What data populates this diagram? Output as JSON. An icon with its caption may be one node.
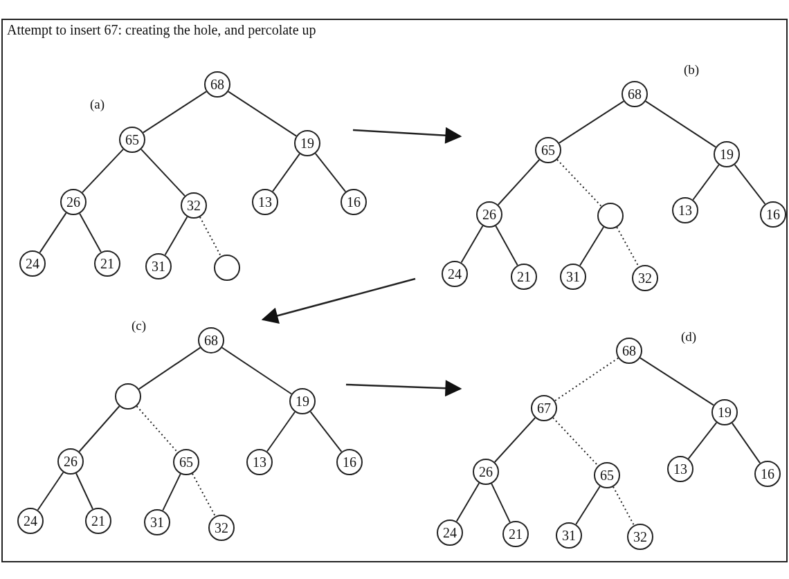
{
  "diagram": {
    "title": "Attempt to insert 67: creating the hole, and percolate up",
    "nodes": [
      {
        "text": [
          "68"
        ]
      },
      {
        "text": [
          "65"
        ]
      },
      {
        "text": [
          "19"
        ]
      },
      {
        "text": [
          "26"
        ]
      },
      {
        "text": [
          "32"
        ]
      },
      {
        "text": [
          "13"
        ]
      },
      {
        "text": [
          "16"
        ]
      },
      {
        "text": [
          "24"
        ]
      },
      {
        "text": [
          "21"
        ]
      },
      {
        "text": [
          "31"
        ]
      },
      {
        "text": [],
        "shape": "circle"
      },
      {
        "text": [
          "68"
        ]
      },
      {
        "text": [
          "65"
        ]
      },
      {
        "text": [
          "19"
        ]
      },
      {
        "text": [
          "26"
        ]
      },
      {
        "text": [],
        "shape": "circle"
      },
      {
        "text": [
          "13"
        ]
      },
      {
        "text": [
          "16"
        ]
      },
      {
        "text": [
          "24"
        ]
      },
      {
        "text": [
          "21"
        ]
      },
      {
        "text": [
          "31"
        ]
      },
      {
        "text": [
          "32"
        ]
      },
      {
        "text": [
          "68"
        ]
      },
      {
        "text": [],
        "shape": "circle"
      },
      {
        "text": [
          "19"
        ]
      },
      {
        "text": [
          "26"
        ]
      },
      {
        "text": [
          "65"
        ]
      },
      {
        "text": [
          "13"
        ]
      },
      {
        "text": [
          "16"
        ]
      },
      {
        "text": [
          "24"
        ]
      },
      {
        "text": [
          "21"
        ]
      },
      {
        "text": [
          "31"
        ]
      },
      {
        "text": [
          "32"
        ]
      },
      {
        "text": [
          "68"
        ]
      },
      {
        "text": [
          "67"
        ]
      },
      {
        "text": [
          "19"
        ]
      },
      {
        "text": [
          "26"
        ]
      },
      {
        "text": [
          "65"
        ]
      },
      {
        "text": [
          "13"
        ]
      },
      {
        "text": [
          "16"
        ]
      },
      {
        "text": [
          "24"
        ]
      },
      {
        "text": [
          "21"
        ]
      },
      {
        "text": [
          "31"
        ]
      },
      {
        "text": [
          "32"
        ]
      }
    ],
    "edges": [
      {
        "from": 0,
        "to": 1,
        "arrow": "none"
      },
      {
        "from": 0,
        "to": 2,
        "arrow": "none"
      },
      {
        "from": 1,
        "to": 3,
        "arrow": "none"
      },
      {
        "from": 1,
        "to": 4,
        "arrow": "none"
      },
      {
        "from": 2,
        "to": 5,
        "arrow": "none"
      },
      {
        "from": 2,
        "to": 6,
        "arrow": "none"
      },
      {
        "from": 3,
        "to": 7,
        "arrow": "none"
      },
      {
        "from": 3,
        "to": 8,
        "arrow": "none"
      },
      {
        "from": 4,
        "to": 9,
        "arrow": "none"
      },
      {
        "from": 4,
        "to": 10,
        "arrow": "none",
        "style": "dashed"
      },
      {
        "from": 11,
        "to": 12,
        "arrow": "none"
      },
      {
        "from": 11,
        "to": 13,
        "arrow": "none"
      },
      {
        "from": 12,
        "to": 14,
        "arrow": "none"
      },
      {
        "from": 12,
        "to": 15,
        "arrow": "none",
        "style": "dashed"
      },
      {
        "from": 13,
        "to": 16,
        "arrow": "none"
      },
      {
        "from": 13,
        "to": 17,
        "arrow": "none"
      },
      {
        "from": 14,
        "to": 18,
        "arrow": "none"
      },
      {
        "from": 14,
        "to": 19,
        "arrow": "none"
      },
      {
        "from": 15,
        "to": 20,
        "arrow": "none"
      },
      {
        "from": 15,
        "to": 21,
        "arrow": "none",
        "style": "dashed"
      },
      {
        "from": 22,
        "to": 23,
        "arrow": "none"
      },
      {
        "from": 22,
        "to": 24,
        "arrow": "none"
      },
      {
        "from": 23,
        "to": 25,
        "arrow": "none"
      },
      {
        "from": 23,
        "to": 26,
        "arrow": "none",
        "style": "dashed"
      },
      {
        "from": 24,
        "to": 27,
        "arrow": "none"
      },
      {
        "from": 24,
        "to": 28,
        "arrow": "none"
      },
      {
        "from": 25,
        "to": 29,
        "arrow": "none"
      },
      {
        "from": 25,
        "to": 30,
        "arrow": "none"
      },
      {
        "from": 26,
        "to": 31,
        "arrow": "none"
      },
      {
        "from": 26,
        "to": 32,
        "arrow": "none",
        "style": "dashed"
      },
      {
        "from": 33,
        "to": 34,
        "arrow": "none",
        "style": "dashed"
      },
      {
        "from": 33,
        "to": 35,
        "arrow": "none"
      },
      {
        "from": 34,
        "to": 36,
        "arrow": "none"
      },
      {
        "from": 34,
        "to": 37,
        "arrow": "none",
        "style": "dashed"
      },
      {
        "from": 35,
        "to": 38,
        "arrow": "none"
      },
      {
        "from": 35,
        "to": 39,
        "arrow": "none"
      },
      {
        "from": 36,
        "to": 40,
        "arrow": "none"
      },
      {
        "from": 36,
        "to": 41,
        "arrow": "none"
      },
      {
        "from": 37,
        "to": 42,
        "arrow": "none"
      },
      {
        "from": 37,
        "to": 43,
        "arrow": "none",
        "style": "dashed"
      }
    ],
    "labels": [
      "(a)",
      "(b)",
      "(c)",
      "(d)"
    ]
  }
}
